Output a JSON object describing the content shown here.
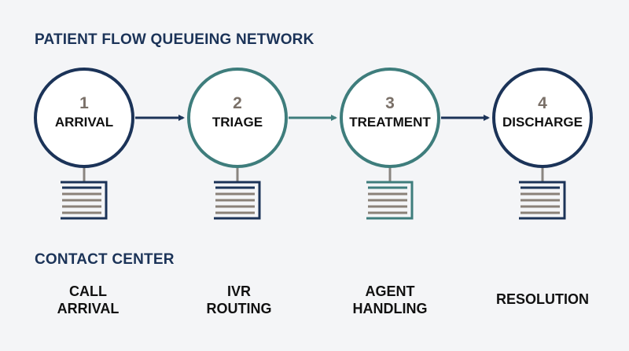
{
  "titles": {
    "patient_flow": "PATIENT FLOW QUEUEING NETWORK",
    "contact_center": "CONTACT CENTER"
  },
  "stages": [
    {
      "number": "1",
      "label": "ARRIVAL",
      "ring_color": "#1b3358"
    },
    {
      "number": "2",
      "label": "TRIAGE",
      "ring_color": "#3e7d7c"
    },
    {
      "number": "3",
      "label": "TREATMENT",
      "ring_color": "#3e7d7c"
    },
    {
      "number": "4",
      "label": "DISCHARGE",
      "ring_color": "#1b3358"
    }
  ],
  "arrows": [
    {
      "color": "#1b3358"
    },
    {
      "color": "#3e7d7c"
    },
    {
      "color": "#1b3358"
    }
  ],
  "queues": [
    {
      "color": "#1b3358"
    },
    {
      "color": "#1b3358"
    },
    {
      "color": "#3e7d7c"
    },
    {
      "color": "#1b3358"
    }
  ],
  "contact_center_steps": [
    {
      "lines": [
        "CALL",
        "ARRIVAL"
      ]
    },
    {
      "lines": [
        "IVR",
        "ROUTING"
      ]
    },
    {
      "lines": [
        "AGENT",
        "HANDLING"
      ]
    },
    {
      "lines": [
        "RESOLUTION"
      ]
    }
  ],
  "colors": {
    "navy": "#1b3358",
    "teal": "#3e7d7c",
    "number_gray": "#7a7068",
    "queue_bar": "#8a8178",
    "stem": "#8a8580"
  }
}
